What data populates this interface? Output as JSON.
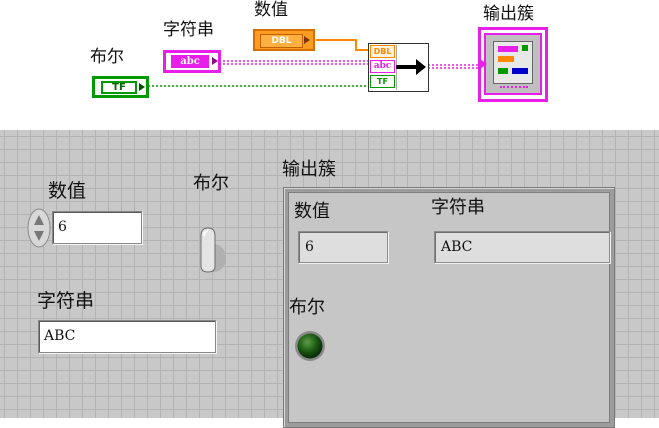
{
  "block_diagram": {
    "labels": {
      "numeric": "数值",
      "string": "字符串",
      "boolean": "布尔",
      "cluster": "输出簇"
    },
    "terminals": {
      "numeric_type": "DBL",
      "string_type": "abc",
      "boolean_type": "TF"
    },
    "bundle_inputs": [
      "DBL",
      "abc",
      "TF"
    ],
    "colors": {
      "numeric_wire": "#ff8800",
      "string_wire": "#e81fe8",
      "boolean_wire": "#009a00",
      "cluster_wire": "#e81fe8"
    }
  },
  "front_panel": {
    "numeric_control": {
      "label": "数值",
      "value": "6"
    },
    "boolean_control": {
      "label": "布尔"
    },
    "string_control": {
      "label": "字符串",
      "value": "ABC"
    },
    "cluster_indicator": {
      "label": "输出簇",
      "numeric": {
        "label": "数值",
        "value": "6"
      },
      "string": {
        "label": "字符串",
        "value": "ABC"
      },
      "boolean": {
        "label": "布尔",
        "led_color": "#1c5c12"
      }
    },
    "colors": {
      "panel_bg": "#c8c8c8",
      "grid": "#b3b3b3"
    }
  }
}
